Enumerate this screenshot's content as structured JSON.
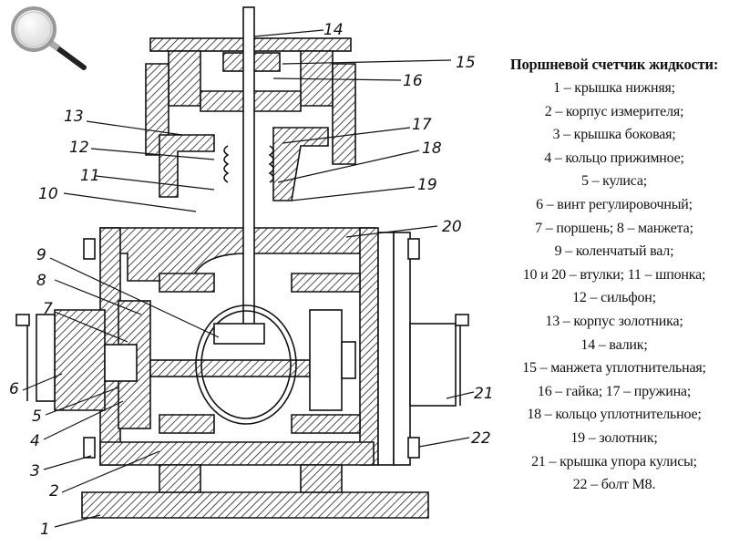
{
  "icon": {
    "name": "magnifier-icon"
  },
  "legend": {
    "title": "Поршневой счетчик жидкости:",
    "items": [
      "1 – крышка нижняя;",
      "2 – корпус измерителя;",
      "3 – крышка боковая;",
      "4 – кольцо прижимное;",
      "5 – кулиса;",
      "6 – винт регулировочный;",
      "7 – поршень; 8 – манжета;",
      "9 – коленчатый вал;",
      "10 и 20 – втулки; 11 – шпонка;",
      "12 – сильфон;",
      "13 – корпус золотника;",
      "14 – валик;",
      "15 – манжета уплотнительная;",
      "16 – гайка; 17 – пружина;",
      "18 – кольцо уплотнительное;",
      "19 – золотник;",
      "21 – крышка упора кулисы;",
      "22 – болт М8."
    ]
  },
  "callouts": [
    "1",
    "2",
    "3",
    "4",
    "5",
    "6",
    "7",
    "8",
    "9",
    "10",
    "11",
    "12",
    "13",
    "14",
    "15",
    "16",
    "17",
    "18",
    "19",
    "20",
    "21",
    "22"
  ],
  "colors": {
    "ink": "#111111",
    "background": "#ffffff"
  }
}
